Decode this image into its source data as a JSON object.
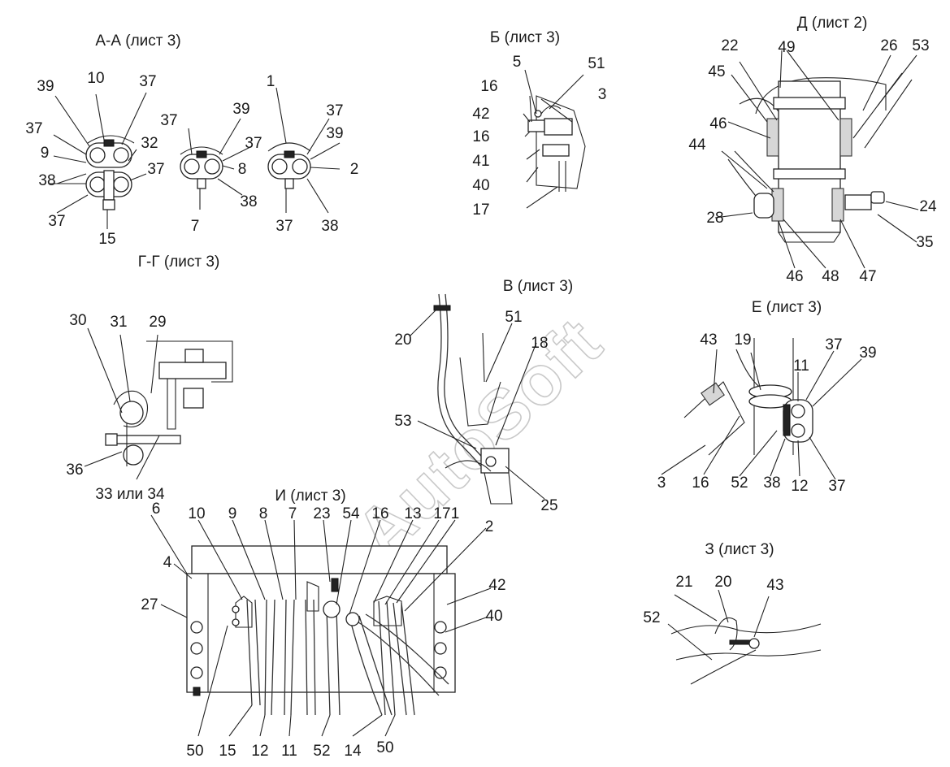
{
  "views": {
    "aa": {
      "title": "А-А (лист 3)",
      "callouts": [
        "39",
        "10",
        "37",
        "1",
        "39",
        "37",
        "9",
        "32",
        "37",
        "37",
        "37",
        "8",
        "39",
        "37",
        "2",
        "38",
        "37",
        "38",
        "15",
        "7",
        "37",
        "38"
      ]
    },
    "b": {
      "title": "Б (лист 3)",
      "callouts": [
        "5",
        "51",
        "16",
        "3",
        "42",
        "16",
        "41",
        "40",
        "17"
      ]
    },
    "d": {
      "title": "Д (лист 2)",
      "callouts": [
        "22",
        "49",
        "26",
        "53",
        "45",
        "46",
        "44",
        "24",
        "28",
        "35",
        "46",
        "48",
        "47"
      ]
    },
    "gg": {
      "title": "Г-Г (лист 3)",
      "callouts": [
        "30",
        "31",
        "29",
        "36",
        "33 или 34"
      ]
    },
    "v": {
      "title": "В (лист 3)",
      "callouts": [
        "51",
        "20",
        "18",
        "53",
        "25"
      ]
    },
    "e": {
      "title": "Е (лист 3)",
      "callouts": [
        "43",
        "19",
        "37",
        "11",
        "39",
        "3",
        "16",
        "52",
        "38",
        "12",
        "37"
      ]
    },
    "i": {
      "title": "И (лист 3)",
      "callouts": [
        "6",
        "10",
        "9",
        "8",
        "7",
        "23",
        "54",
        "16",
        "13",
        "17",
        "1",
        "2",
        "4",
        "42",
        "27",
        "40",
        "50",
        "15",
        "12",
        "11",
        "52",
        "14",
        "50"
      ]
    },
    "z": {
      "title": "З (лист 3)",
      "callouts": [
        "21",
        "20",
        "43",
        "52"
      ]
    }
  },
  "watermark": "AutoSoft"
}
